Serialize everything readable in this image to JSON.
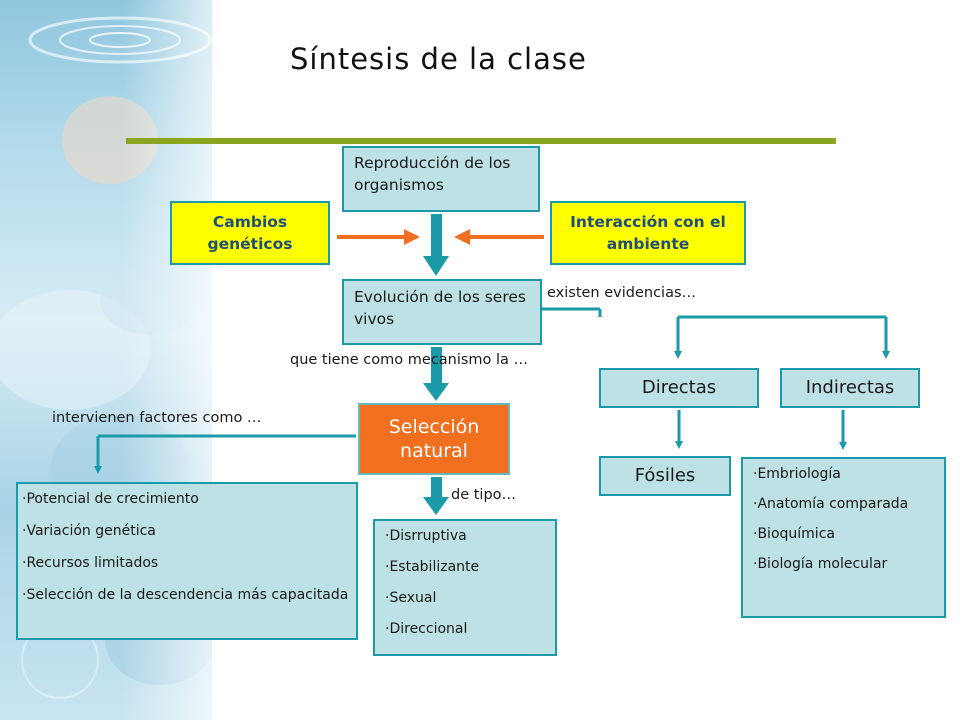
{
  "title": "Síntesis de la clase",
  "colors": {
    "rule": "#8aa51f",
    "box_fill": "#bde1e4",
    "box_border": "#1b9aa8",
    "highlight_yellow": "#ffff00",
    "highlight_orange": "#f07020",
    "orange_arrow": "#f07020",
    "teal_arrow": "#1b9aa8"
  },
  "nodes": {
    "reproduccion": "Reproducción de los organismos",
    "cambios": "Cambios genéticos",
    "interaccion": "Interacción con el ambiente",
    "evolucion": "Evolución de los seres vivos",
    "seleccion": "Selección natural",
    "directas": "Directas",
    "indirectas": "Indirectas",
    "fosiles": "Fósiles"
  },
  "labels": {
    "existen": "existen evidencias…",
    "mecanismo": "que tiene como mecanismo la …",
    "intervienen": "intervienen factores como …",
    "de_tipo": "de tipo…"
  },
  "factores": [
    "Potencial de crecimiento",
    "Variación genética",
    "Recursos limitados",
    "Selección de la descendencia más capacitada"
  ],
  "tipos": [
    "Disrruptiva",
    "Estabilizante",
    "Sexual",
    "Direccional"
  ],
  "indirectas_items": [
    "Embriología",
    "Anatomía comparada",
    "Bioquímica",
    "Biología molecular"
  ]
}
